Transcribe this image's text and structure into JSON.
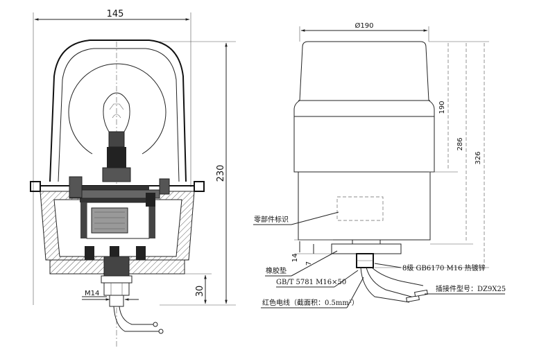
{
  "left_view": {
    "width_dim": "145",
    "height_dim": "230",
    "base_dim": "30",
    "thread_dim": "M14"
  },
  "right_view": {
    "diameter_dim": "Ø190",
    "dim_190": "190",
    "dim_286": "286",
    "dim_326": "326",
    "dim_14": "14",
    "dim_7": "7",
    "labels": {
      "nameplate": "零部件标识",
      "rubber_gasket": "橡胶垫",
      "bolt": "GB/T 5781 M16×50",
      "nut": "8级 GB6170 M16 热镀锌",
      "connector": "插接件型号：DZ9X25",
      "wire": "红色电线（截面积：0.5mm²）"
    }
  }
}
